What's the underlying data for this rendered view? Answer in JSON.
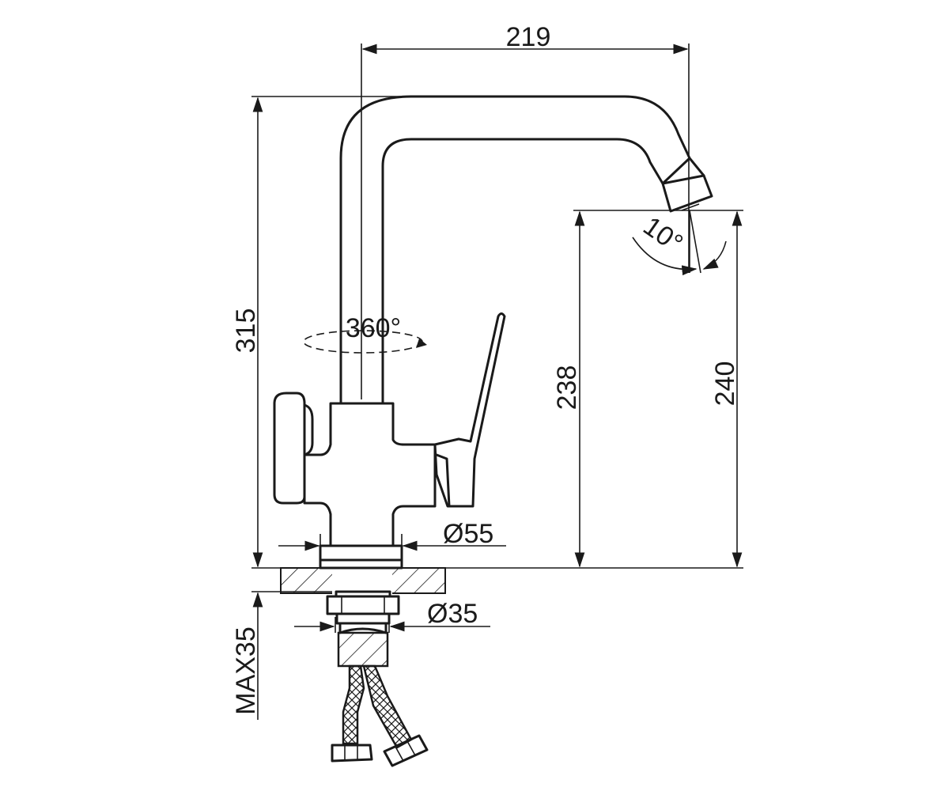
{
  "dimensions": {
    "spout_reach": "219",
    "total_height": "315",
    "spout_outlet_height": "238",
    "spout_top_height": "240",
    "base_diameter": "Ø55",
    "shank_diameter": "Ø35",
    "max_countertop": "MAX35",
    "rotation_angle": "360°",
    "spout_tilt_angle": "10°"
  },
  "colors": {
    "line": "#1a1a1a",
    "background": "#ffffff"
  }
}
